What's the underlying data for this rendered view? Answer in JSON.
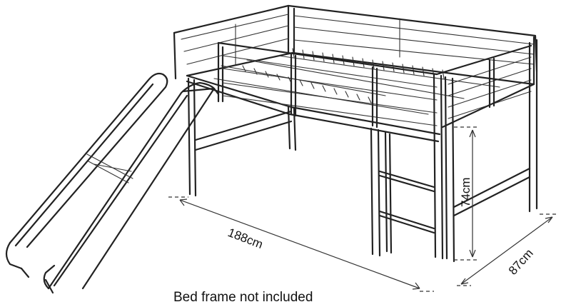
{
  "labels": {
    "length": "188cm",
    "height": "74cm",
    "depth": "87cm"
  },
  "caption": "Bed frame not included",
  "colors": {
    "ink": "#222222",
    "background": "#ffffff"
  }
}
